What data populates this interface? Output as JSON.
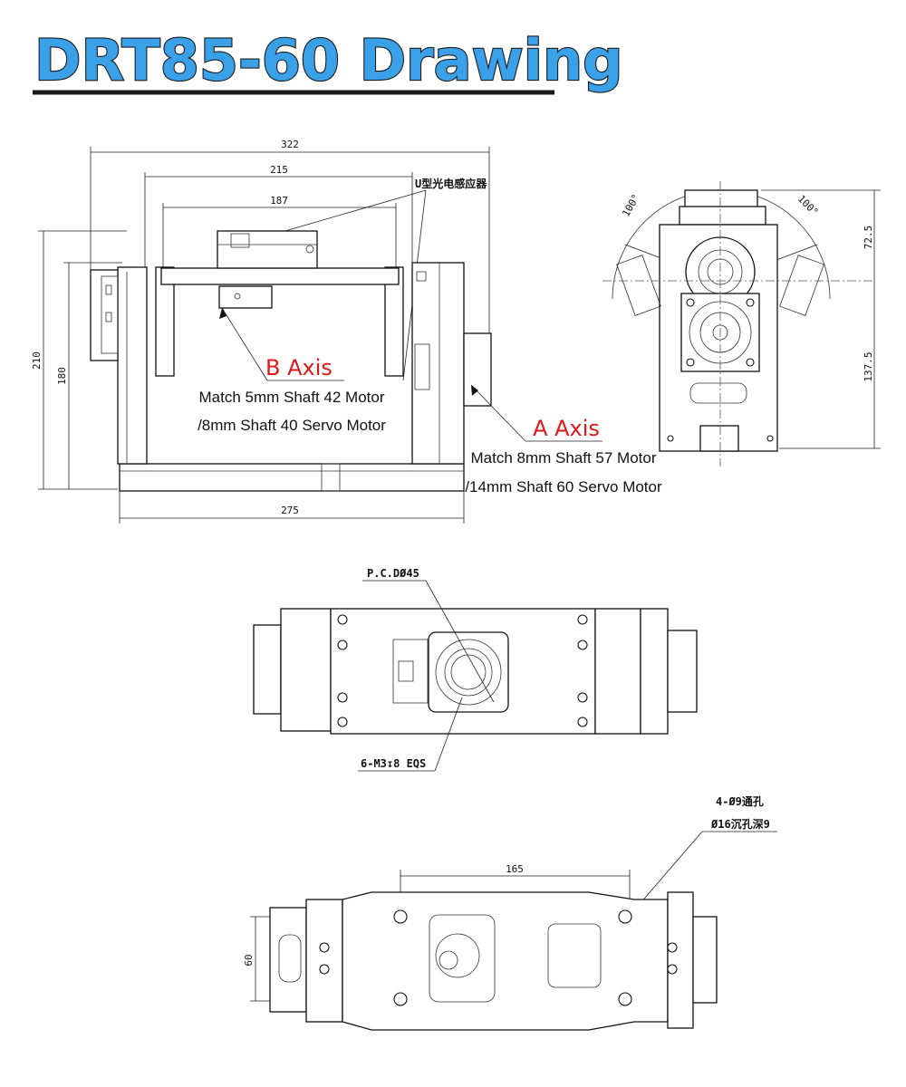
{
  "title": "DRT85-60 Drawing",
  "front_view": {
    "dim_overall_width": "322",
    "dim_inner_width": "215",
    "dim_table_width": "187",
    "dim_base_width": "275",
    "dim_overall_height": "210",
    "dim_body_height": "180",
    "sensor_label": "U型光电感应器",
    "b_axis_title": "B Axis",
    "b_axis_line1": "Match 5mm Shaft 42 Motor",
    "b_axis_line2": "/8mm Shaft 40 Servo Motor",
    "a_axis_title": "A Axis",
    "a_axis_line1": "Match 8mm Shaft 57 Motor",
    "a_axis_line2": "/14mm Shaft 60 Servo Motor"
  },
  "side_view": {
    "angle_left": "100°",
    "angle_right": "100°",
    "dim_upper": "72.5",
    "dim_lower": "137.5"
  },
  "top_view": {
    "pcd_label": "P.C.DØ45",
    "thread_label": "6-M3↧8 EQS"
  },
  "bottom_view": {
    "hole_label_1": "4-Ø9通孔",
    "hole_label_2": "Ø16沉孔深9",
    "dim_spacing": "165",
    "dim_height": "60"
  }
}
